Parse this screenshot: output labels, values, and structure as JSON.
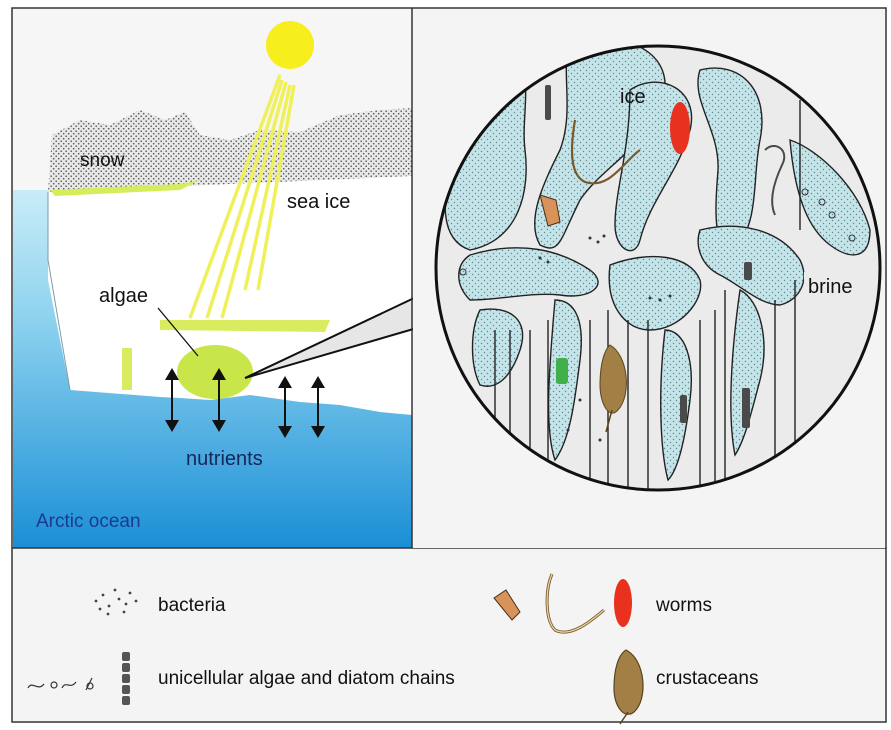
{
  "diagram": {
    "left_panel": {
      "labels": {
        "snow": "snow",
        "sea_ice": "sea ice",
        "algae": "algae",
        "nutrients": "nutrients",
        "ocean": "Arctic ocean"
      }
    },
    "zoom_panel": {
      "labels": {
        "ice": "ice",
        "brine": "brine"
      }
    },
    "legend": {
      "items": [
        {
          "label": "bacteria"
        },
        {
          "label": "worms"
        },
        {
          "label": "unicellular algae and diatom chains"
        },
        {
          "label": "crustaceans"
        }
      ]
    }
  },
  "colors": {
    "ocean_top": "#bfe6f5",
    "ocean_bottom": "#1a8fd6",
    "ice": "#ffffff",
    "algae": "#c8e64a",
    "sun": "#f7ee1e",
    "sunray": "#f2ef5a",
    "brine_channel": "#e9e9e9",
    "ice_dots": "#cfe9ee",
    "worm_red": "#e8321f",
    "diatom_green": "#3fb04a",
    "crustacean_brown": "#a27f44"
  }
}
